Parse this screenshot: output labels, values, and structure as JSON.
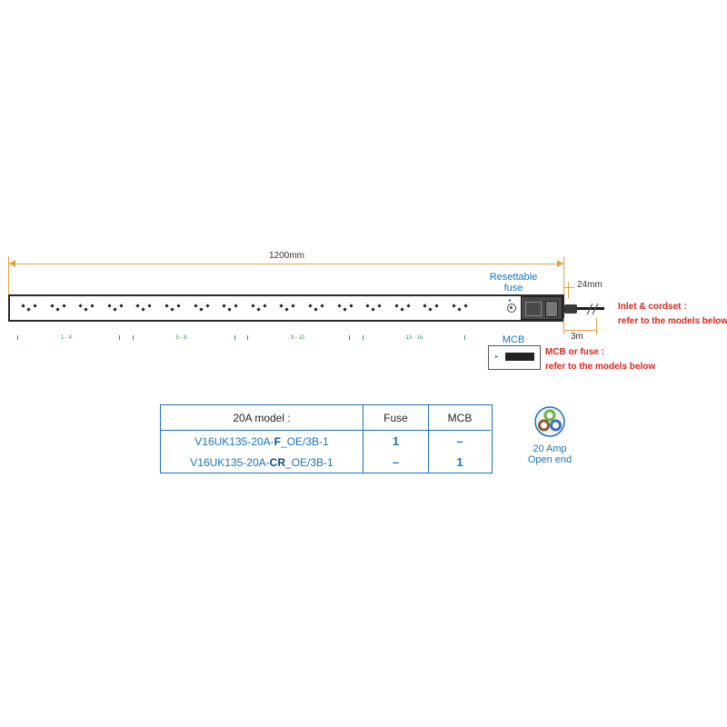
{
  "dimensions": {
    "length": "1200mm",
    "width": "24mm",
    "cord": "3m"
  },
  "labels": {
    "resettable_fuse_line1": "Resettable",
    "resettable_fuse_line2": "fuse",
    "mcb": "MCB",
    "inlet_line1": "Inlet & cordset :",
    "inlet_line2": "refer to the models below",
    "mcb_fuse_line1": "MCB or fuse :",
    "mcb_fuse_line2": "refer to the models below",
    "amp_line1": "20 Amp",
    "amp_line2": "Open end"
  },
  "socket_groups": [
    "1 - 4",
    "5 - 8",
    "9 - 12",
    "13 - 16"
  ],
  "socket_count": 16,
  "table": {
    "headers": [
      "20A model :",
      "Fuse",
      "MCB"
    ],
    "rows": [
      {
        "model_prefix": "V16UK135-20A-",
        "model_code": "F",
        "model_suffix": "_OE/3B-1",
        "fuse": "1",
        "mcb": "–"
      },
      {
        "model_prefix": "V16UK135-20A-",
        "model_code": "CR",
        "model_suffix": "_OE/3B-1",
        "fuse": "–",
        "mcb": "1"
      }
    ]
  },
  "colors": {
    "dimension": "#e8a33a",
    "label_blue": "#1a73b8",
    "label_red": "#d9231d",
    "group_green": "#2a9a4a"
  }
}
